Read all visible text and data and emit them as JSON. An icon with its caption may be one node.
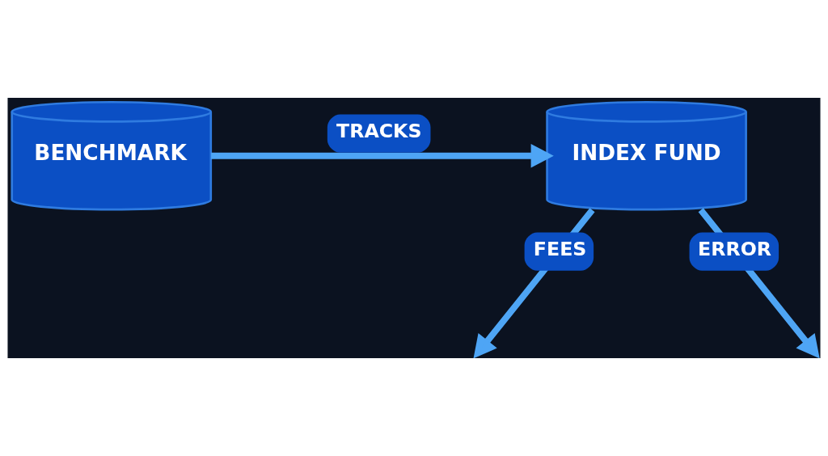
{
  "diagram": {
    "nodes": [
      {
        "text": [
          "BENCHMARK"
        ]
      },
      {
        "text": [
          "INDEX FUND"
        ]
      }
    ],
    "edges": [
      {
        "from": 0,
        "to": 1,
        "arrow": "to",
        "label": "TRACKS"
      },
      {
        "from": 1,
        "to": null,
        "arrow": "to",
        "label": "FEES"
      },
      {
        "from": 1,
        "to": null,
        "arrow": "to",
        "label": "ERROR"
      }
    ]
  }
}
